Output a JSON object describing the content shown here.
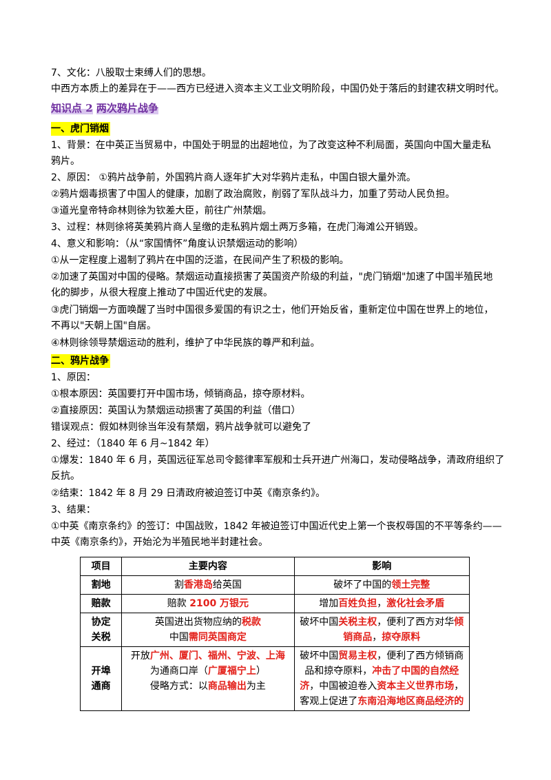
{
  "lines": {
    "culture": "7、文化：八股取士束缚人们的思想。",
    "difference": "中西方本质上的差异在于——西方已经进入资本主义工业文明阶段，中国仍处于落后的封建农耕文明时代。",
    "kp2_label": "知识点 2",
    "kp2_title": "两次鸦片战争",
    "sec1": "一、虎门销烟",
    "bg1": "1、背景：在中英正当贸易中，中国处于明显的出超地位，为了改变这种不利局面，英国向中国大量走私",
    "bg2": "鸦片。",
    "reason1": "2、原因： ①鸦片战争前，外国鸦片商人逐年扩大对华鸦片走私，中国白银大量外流。",
    "reason2": "②鸦片烟毒损害了中国人的健康，加剧了政治腐败，削弱了军队战斗力，加重了劳动人民负担。",
    "reason3": "③道光皇帝特命林则徐为钦差大臣，前往广州禁烟。",
    "process": "3、过程：林则徐将英美鸦片商人呈缴的走私鸦片烟土两万多箱，在虎门海滩公开销毁。",
    "meaning": "4、意义和影响：（从“家国情怀”角度认识禁烟运动的影响）",
    "m1": "①从一定程度上遏制了鸦片在中国的泛滥，在民间产生了积极的影响。",
    "m2a": "②加速了英国对中国的侵略。禁烟运动直接损害了英国资产阶级的利益，\"虎门销烟\"加速了中国半殖民地",
    "m2b": "化的脚步，从很大程度上推动了中国近代史的发展。",
    "m3a": "③虎门销烟一方面唤醒了当时中国很多爱国的有识之士，他们开始反省，重新定位中国在世界上的地位，",
    "m3b": "不再以\"天朝上国\"自居。",
    "m4": "④林则徐领导禁烟运动的胜利，维护了中华民族的尊严和利益。",
    "sec2": "二、鸦片战争",
    "w_reason": "1、原因：",
    "w_r1": "①根本原因：英国要打开中国市场，倾销商品，掠夺原材料。",
    "w_r2": "②直接原因：英国认为禁烟运动损害了英国的利益（借口）",
    "w_wrong": "错误观点：假如林则徐当年没有禁烟，鸦片战争就可以避免了",
    "w_course": "2、经过：（1840 年 6 月~1842 年）",
    "w_c1a": "①爆发：1840 年 6 月，英国远征军总司令懿律率军舰和士兵开进广州海口，发动侵略战争，清政府组织了",
    "w_c1b": "反抗。",
    "w_c2": "②结束：1842 年 8 月 29 日清政府被迫签订中英《南京条约》。",
    "w_result": "3、结果：",
    "w_res1a": "①中英《南京条约》的签订：中国战败，1842 年被迫签订中国近代史上第一个丧权辱国的不平等条约——",
    "w_res1b": "中英《南京条约》，开始沦为半殖民地半封建社会。"
  },
  "table": {
    "headers": [
      "项目",
      "主要内容",
      "影响"
    ],
    "r1": {
      "item": "割地",
      "content": [
        "割",
        "香港岛",
        "给英国"
      ],
      "impact": [
        "破坏了中国的",
        "领土完整"
      ]
    },
    "r2": {
      "item": "赔款",
      "content": [
        "赔款 ",
        "2100 万银元"
      ],
      "impact": [
        "增加",
        "百姓负担",
        "，",
        "激化社会矛盾"
      ]
    },
    "r3": {
      "item_a": "协定",
      "item_b": "关税",
      "content_a": [
        "英国进出货物应纳的",
        "税款"
      ],
      "content_b": [
        "中国",
        "需同英国商定"
      ],
      "impact_a": [
        "破坏中国",
        "关税主权",
        "，便利了西方对华",
        "倾"
      ],
      "impact_b": [
        "销商品",
        "，",
        "掠夺原料"
      ]
    },
    "r4": {
      "item_a": "开埠",
      "item_b": "通商",
      "content_a": [
        "开放",
        "广州、厦门、福州、宁波、上海"
      ],
      "content_b": [
        "为通商口岸（",
        "广厦福宁上",
        "）"
      ],
      "content_c": [
        "侵略方式：以",
        "商品输出",
        "为主"
      ],
      "impact_a": [
        "破坏中国",
        "贸易主权",
        "，便利了西方倾销商"
      ],
      "impact_b": [
        "品和掠夺原料，",
        "冲击了中国的自然经"
      ],
      "impact_c": [
        "济",
        "，中国被迫卷入",
        "资本主义世界市场",
        "，"
      ],
      "impact_d": [
        "客观上促进了",
        "东南沿海地区商品经济的"
      ]
    }
  }
}
